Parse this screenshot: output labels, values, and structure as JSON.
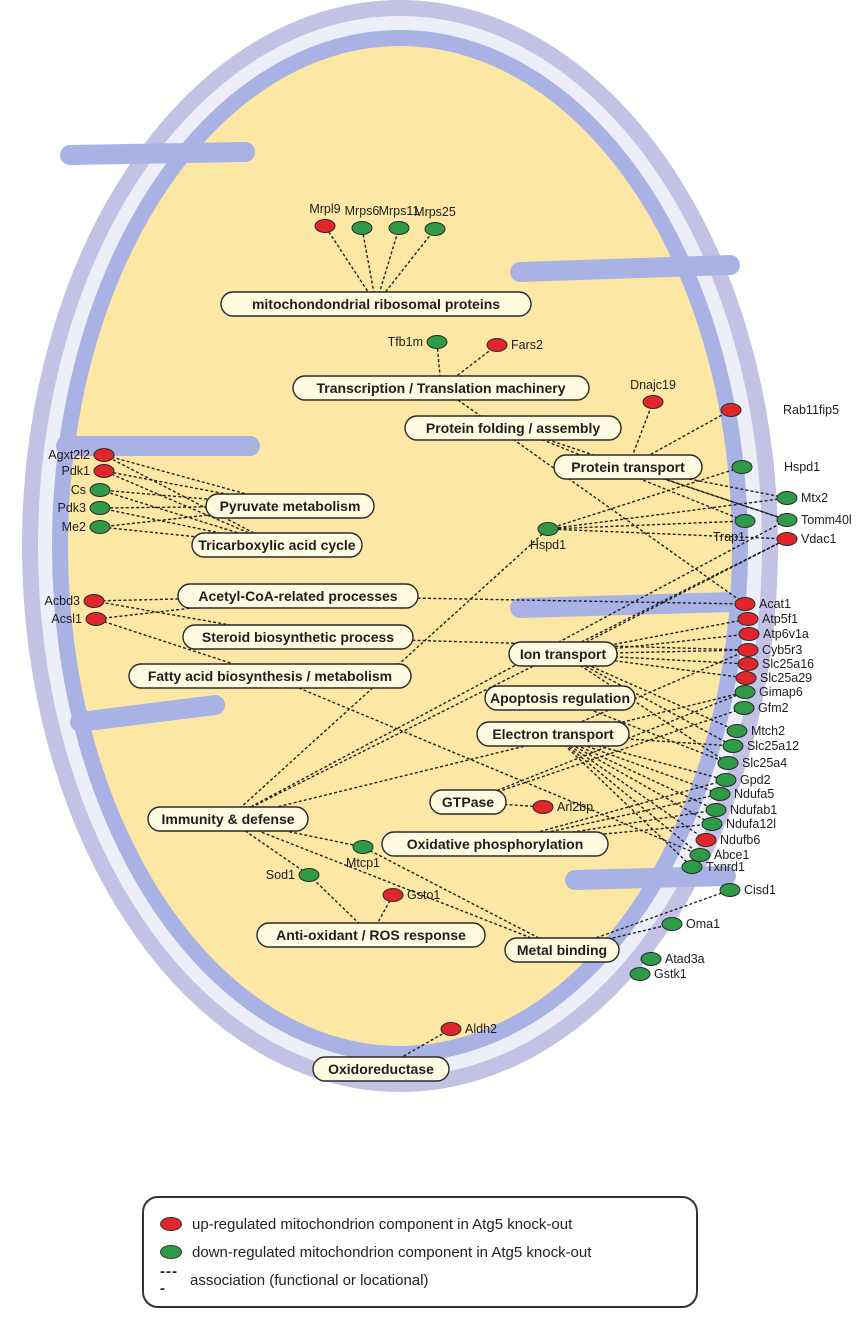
{
  "colors": {
    "up": "#e1262b",
    "down": "#2f9a48",
    "outer_membrane": "#c3c2e4",
    "inner_membrane": "#a9b2e4",
    "matrix": "#fde7a5"
  },
  "genes": [
    {
      "id": "mrpl9",
      "label": "Mrpl9",
      "reg": "up"
    },
    {
      "id": "mrps6",
      "label": "Mrps6",
      "reg": "down"
    },
    {
      "id": "mrps11",
      "label": "Mrps11",
      "reg": "down"
    },
    {
      "id": "mrps25",
      "label": "Mrps25",
      "reg": "down"
    },
    {
      "id": "tfb1m",
      "label": "Tfb1m",
      "reg": "down"
    },
    {
      "id": "fars2",
      "label": "Fars2",
      "reg": "up"
    },
    {
      "id": "dnajc19",
      "label": "Dnajc19",
      "reg": "up"
    },
    {
      "id": "rab11fip5",
      "label": "Rab11fip5",
      "reg": "up"
    },
    {
      "id": "hspd1_out",
      "label": "Hspd1",
      "reg": "down"
    },
    {
      "id": "mtx2",
      "label": "Mtx2",
      "reg": "down"
    },
    {
      "id": "tomm40l",
      "label": "Tomm40l",
      "reg": "down"
    },
    {
      "id": "trap1",
      "label": "Trap1",
      "reg": "down"
    },
    {
      "id": "vdac1",
      "label": "Vdac1",
      "reg": "up"
    },
    {
      "id": "hspd1_in",
      "label": "Hspd1",
      "reg": "down"
    },
    {
      "id": "agxt2l2",
      "label": "Agxt2l2",
      "reg": "up"
    },
    {
      "id": "pdk1",
      "label": "Pdk1",
      "reg": "up"
    },
    {
      "id": "cs",
      "label": "Cs",
      "reg": "down"
    },
    {
      "id": "pdk3",
      "label": "Pdk3",
      "reg": "down"
    },
    {
      "id": "me2",
      "label": "Me2",
      "reg": "down"
    },
    {
      "id": "acbd3",
      "label": "Acbd3",
      "reg": "up"
    },
    {
      "id": "acsl1",
      "label": "Acsl1",
      "reg": "up"
    },
    {
      "id": "acat1",
      "label": "Acat1",
      "reg": "up"
    },
    {
      "id": "atp5f1",
      "label": "Atp5f1",
      "reg": "up"
    },
    {
      "id": "atp6v1a",
      "label": "Atp6v1a",
      "reg": "up"
    },
    {
      "id": "cyb5r3",
      "label": "Cyb5r3",
      "reg": "up"
    },
    {
      "id": "slc25a16",
      "label": "Slc25a16",
      "reg": "up"
    },
    {
      "id": "slc25a29",
      "label": "Slc25a29",
      "reg": "up"
    },
    {
      "id": "gimap6",
      "label": "Gimap6",
      "reg": "down"
    },
    {
      "id": "gfm2",
      "label": "Gfm2",
      "reg": "down"
    },
    {
      "id": "mtch2",
      "label": "Mtch2",
      "reg": "down"
    },
    {
      "id": "slc25a12",
      "label": "Slc25a12",
      "reg": "down"
    },
    {
      "id": "slc25a4",
      "label": "Slc25a4",
      "reg": "down"
    },
    {
      "id": "gpd2",
      "label": "Gpd2",
      "reg": "down"
    },
    {
      "id": "ndufa5",
      "label": "Ndufa5",
      "reg": "down"
    },
    {
      "id": "ndufab1",
      "label": "Ndufab1",
      "reg": "down"
    },
    {
      "id": "ndufa12l",
      "label": "Ndufa12l",
      "reg": "down"
    },
    {
      "id": "ndufb6",
      "label": "Ndufb6",
      "reg": "up"
    },
    {
      "id": "abce1",
      "label": "Abce1",
      "reg": "down"
    },
    {
      "id": "txnrd1",
      "label": "Txnrd1",
      "reg": "down"
    },
    {
      "id": "arl2bp",
      "label": "Arl2bp",
      "reg": "up"
    },
    {
      "id": "mtcp1",
      "label": "Mtcp1",
      "reg": "down"
    },
    {
      "id": "sod1",
      "label": "Sod1",
      "reg": "down"
    },
    {
      "id": "gsto1",
      "label": "Gsto1",
      "reg": "up"
    },
    {
      "id": "cisd1",
      "label": "Cisd1",
      "reg": "down"
    },
    {
      "id": "oma1",
      "label": "Oma1",
      "reg": "down"
    },
    {
      "id": "atad3a",
      "label": "Atad3a",
      "reg": "down"
    },
    {
      "id": "gstk1",
      "label": "Gstk1",
      "reg": "down"
    },
    {
      "id": "aldh2",
      "label": "Aldh2",
      "reg": "up"
    }
  ],
  "functions": [
    {
      "id": "ribosomal",
      "label": "mitochondondrial ribosomal proteins"
    },
    {
      "id": "transcription",
      "label": "Transcription / Translation machinery"
    },
    {
      "id": "folding",
      "label": "Protein folding / assembly"
    },
    {
      "id": "transport",
      "label": "Protein transport"
    },
    {
      "id": "pyruvate",
      "label": "Pyruvate metabolism"
    },
    {
      "id": "tca",
      "label": "Tricarboxylic acid cycle"
    },
    {
      "id": "acetylcoa",
      "label": "Acetyl-CoA-related processes"
    },
    {
      "id": "steroid",
      "label": "Steroid biosynthetic process"
    },
    {
      "id": "fattyacid",
      "label": "Fatty acid biosynthesis / metabolism"
    },
    {
      "id": "ion",
      "label": "Ion transport"
    },
    {
      "id": "apoptosis",
      "label": "Apoptosis regulation"
    },
    {
      "id": "electron",
      "label": "Electron transport"
    },
    {
      "id": "gtpase",
      "label": "GTPase"
    },
    {
      "id": "oxphos",
      "label": "Oxidative phosphorylation"
    },
    {
      "id": "immunity",
      "label": "Immunity & defense"
    },
    {
      "id": "antioxidant",
      "label": "Anti-oxidant / ROS response"
    },
    {
      "id": "metal",
      "label": "Metal binding"
    },
    {
      "id": "oxidoreductase",
      "label": "Oxidoreductase"
    }
  ],
  "edges": [
    [
      "ribosomal",
      "mrpl9"
    ],
    [
      "ribosomal",
      "mrps6"
    ],
    [
      "ribosomal",
      "mrps11"
    ],
    [
      "ribosomal",
      "mrps25"
    ],
    [
      "transcription",
      "tfb1m"
    ],
    [
      "transcription",
      "fars2"
    ],
    [
      "transcription",
      "acat1"
    ],
    [
      "folding",
      "trap1"
    ],
    [
      "folding",
      "tomm40l"
    ],
    [
      "transport",
      "dnajc19"
    ],
    [
      "transport",
      "rab11fip5"
    ],
    [
      "transport",
      "mtx2"
    ],
    [
      "transport",
      "tomm40l"
    ],
    [
      "hspd1_in",
      "hspd1_out"
    ],
    [
      "hspd1_in",
      "trap1"
    ],
    [
      "hspd1_in",
      "mtx2"
    ],
    [
      "hspd1_in",
      "vdac1"
    ],
    [
      "pyruvate",
      "agxt2l2"
    ],
    [
      "pyruvate",
      "pdk1"
    ],
    [
      "pyruvate",
      "cs"
    ],
    [
      "pyruvate",
      "pdk3"
    ],
    [
      "pyruvate",
      "me2"
    ],
    [
      "tca",
      "agxt2l2"
    ],
    [
      "tca",
      "pdk1"
    ],
    [
      "tca",
      "cs"
    ],
    [
      "tca",
      "pdk3"
    ],
    [
      "tca",
      "me2"
    ],
    [
      "acetylcoa",
      "acbd3"
    ],
    [
      "acetylcoa",
      "acsl1"
    ],
    [
      "acetylcoa",
      "acat1"
    ],
    [
      "steroid",
      "acbd3"
    ],
    [
      "steroid",
      "cyb5r3"
    ],
    [
      "fattyacid",
      "acsl1"
    ],
    [
      "fattyacid",
      "abce1"
    ],
    [
      "ion",
      "vdac1"
    ],
    [
      "ion",
      "atp5f1"
    ],
    [
      "ion",
      "atp6v1a"
    ],
    [
      "ion",
      "cyb5r3"
    ],
    [
      "ion",
      "slc25a16"
    ],
    [
      "ion",
      "slc25a29"
    ],
    [
      "ion",
      "slc25a4"
    ],
    [
      "ion",
      "slc25a12"
    ],
    [
      "ion",
      "mtch2"
    ],
    [
      "apoptosis",
      "slc25a4"
    ],
    [
      "electron",
      "gpd2"
    ],
    [
      "electron",
      "ndufa5"
    ],
    [
      "electron",
      "ndufab1"
    ],
    [
      "electron",
      "ndufa12l"
    ],
    [
      "electron",
      "ndufb6"
    ],
    [
      "electron",
      "abce1"
    ],
    [
      "electron",
      "txnrd1"
    ],
    [
      "electron",
      "slc25a12"
    ],
    [
      "electron",
      "cyb5r3"
    ],
    [
      "gtpase",
      "arl2bp"
    ],
    [
      "gtpase",
      "gimap6"
    ],
    [
      "gtpase",
      "gfm2"
    ],
    [
      "oxphos",
      "ndufa5"
    ],
    [
      "oxphos",
      "ndufab1"
    ],
    [
      "oxphos",
      "ndufa12l"
    ],
    [
      "oxphos",
      "gpd2"
    ],
    [
      "immunity",
      "tomm40l"
    ],
    [
      "immunity",
      "vdac1"
    ],
    [
      "immunity",
      "hspd1_in"
    ],
    [
      "immunity",
      "gimap6"
    ],
    [
      "immunity",
      "sod1"
    ],
    [
      "immunity",
      "mtcp1"
    ],
    [
      "immunity",
      "metal"
    ],
    [
      "antioxidant",
      "sod1"
    ],
    [
      "antioxidant",
      "gsto1"
    ],
    [
      "metal",
      "cisd1"
    ],
    [
      "metal",
      "oma1"
    ],
    [
      "metal",
      "mtcp1"
    ],
    [
      "oxidoreductase",
      "aldh2"
    ]
  ],
  "legend": {
    "up": "up-regulated mitochondrion component in Atg5 knock-out",
    "down": "down-regulated mitochondrion component in Atg5 knock-out",
    "association_symbol": "----",
    "association": "association (functional or locational)"
  }
}
